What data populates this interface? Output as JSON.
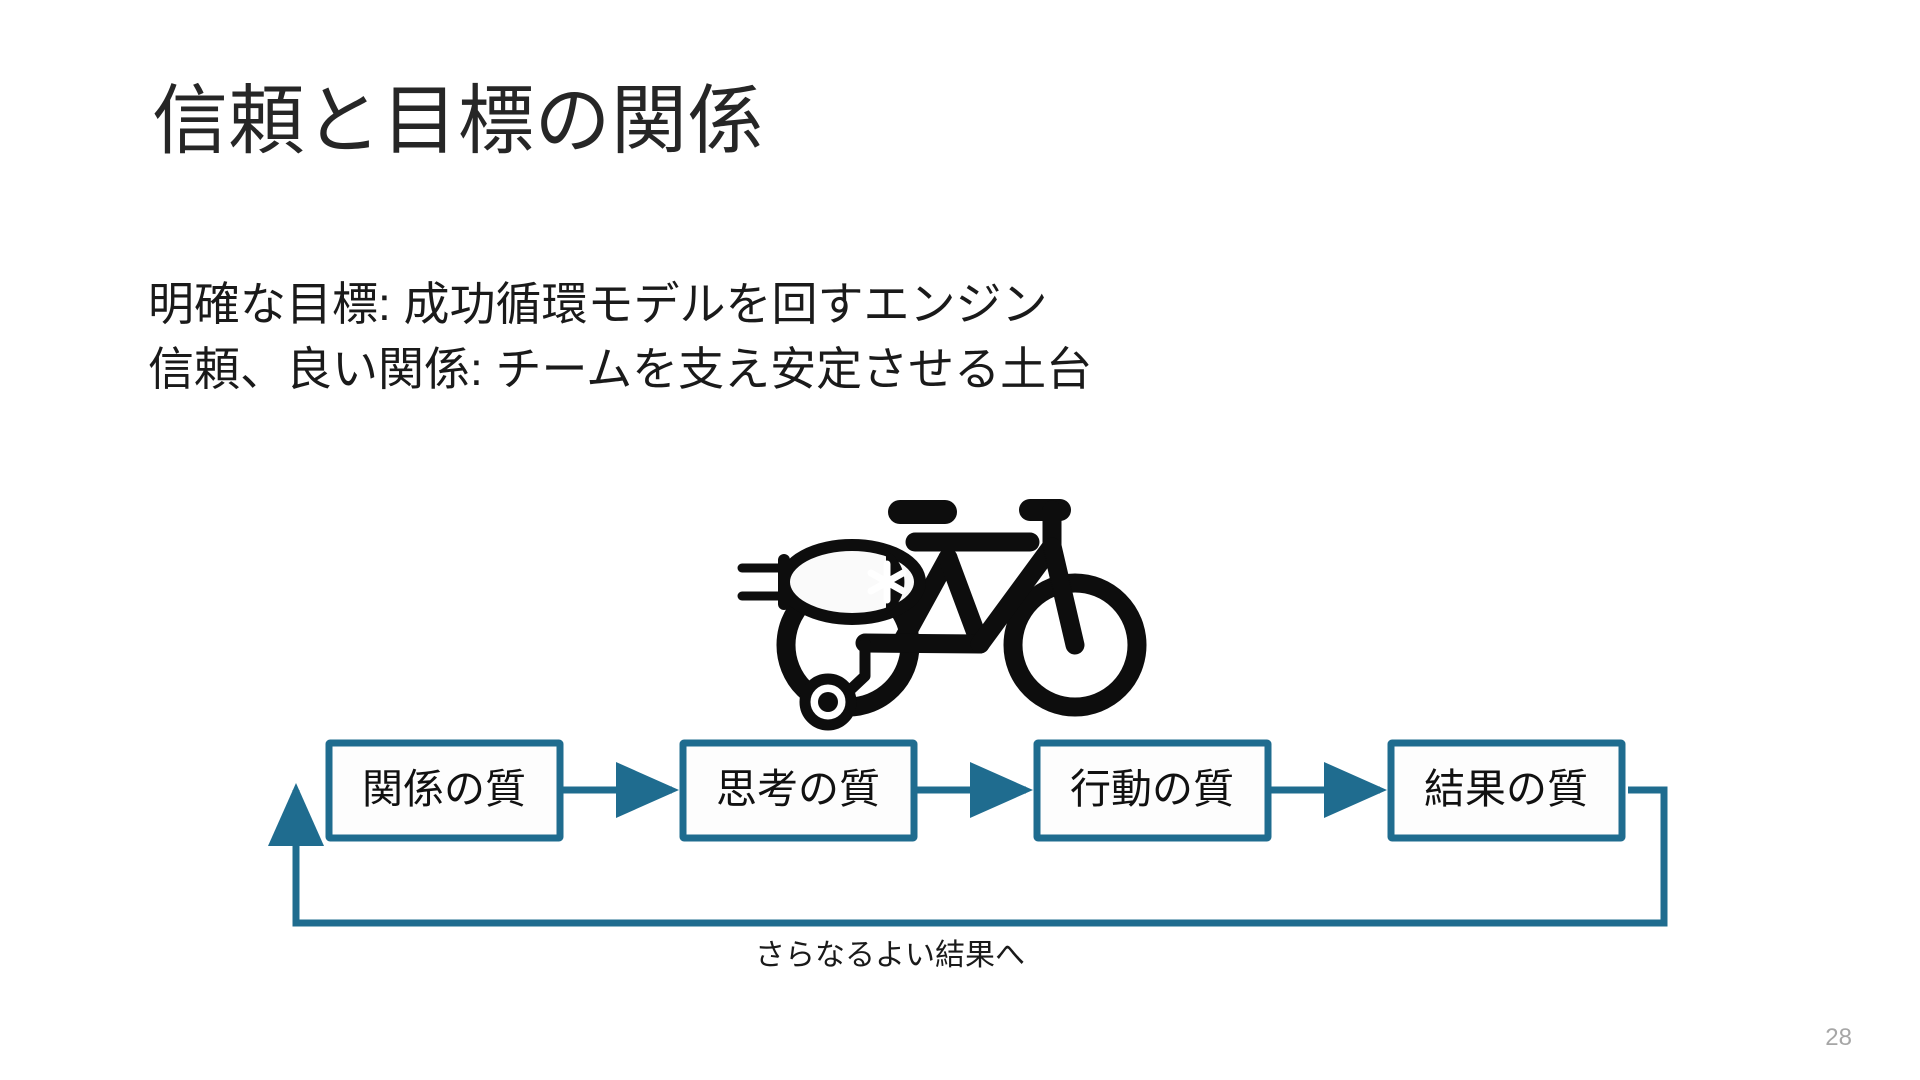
{
  "slide": {
    "title": "信頼と目標の関係",
    "background_color": "#ffffff",
    "accent_color": "#1f6c8f",
    "text_color": "#262626",
    "page_number": "28"
  },
  "body": {
    "line1": "明確な目標: 成功循環モデルを回すエンジン",
    "line2": "信頼、良い関係: チームを支え安定させる土台"
  },
  "illustration": {
    "name": "electric-bicycle-icon",
    "description": "bicycle with motor/engine unit"
  },
  "flow": {
    "caption": "さらなるよい結果へ",
    "boxes": [
      {
        "label": "関係の質"
      },
      {
        "label": "思考の質"
      },
      {
        "label": "行動の質"
      },
      {
        "label": "結果の質"
      }
    ]
  }
}
